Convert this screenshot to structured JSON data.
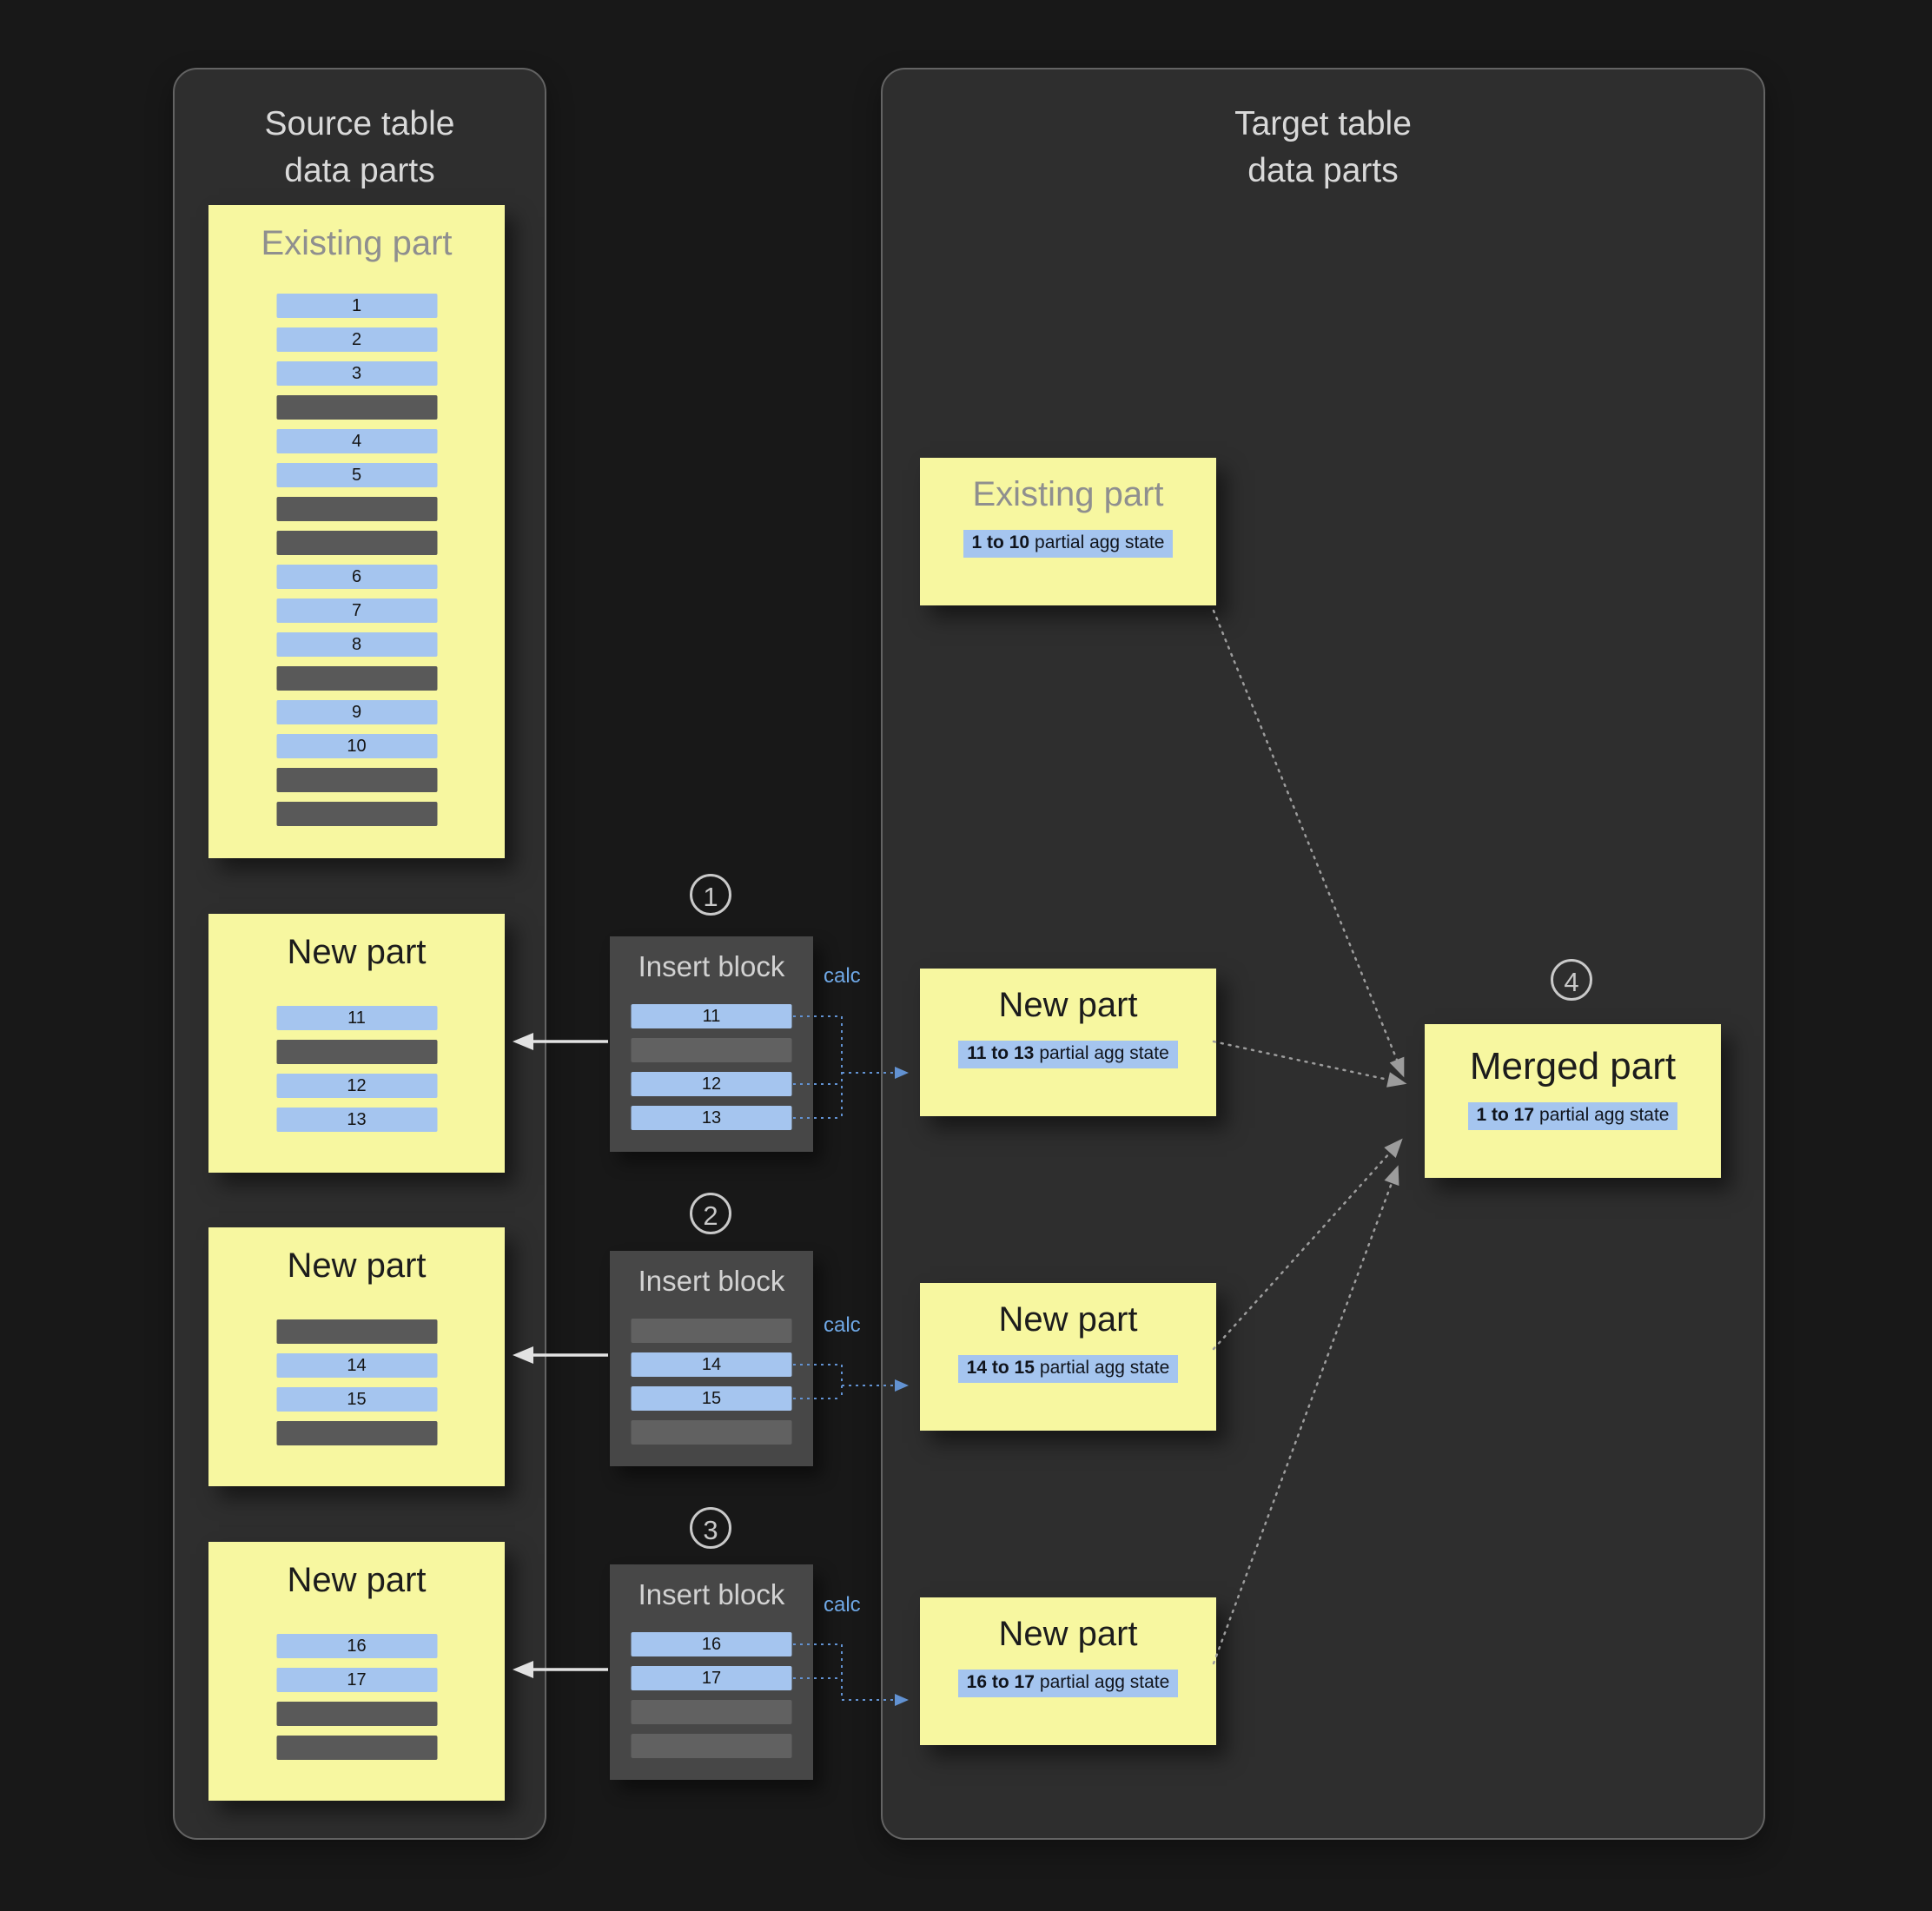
{
  "source_panel": {
    "title_line1": "Source table",
    "title_line2": "data parts",
    "existing_part": {
      "title": "Existing part",
      "rows": [
        "1",
        "2",
        "3",
        "",
        "4",
        "5",
        "",
        "",
        "6",
        "7",
        "8",
        "",
        "9",
        "10",
        "",
        ""
      ]
    },
    "new_parts": [
      {
        "title": "New part",
        "rows": [
          "11",
          "",
          "12",
          "13"
        ]
      },
      {
        "title": "New part",
        "rows": [
          "",
          "14",
          "15",
          ""
        ]
      },
      {
        "title": "New part",
        "rows": [
          "16",
          "17",
          "",
          ""
        ]
      }
    ]
  },
  "insert_blocks": [
    {
      "step": "1",
      "title": "Insert block",
      "calc": "calc",
      "rows": [
        "11",
        "",
        "12",
        "13"
      ]
    },
    {
      "step": "2",
      "title": "Insert block",
      "calc": "calc",
      "rows": [
        "",
        "14",
        "15",
        ""
      ]
    },
    {
      "step": "3",
      "title": "Insert block",
      "calc": "calc",
      "rows": [
        "16",
        "17",
        "",
        ""
      ]
    }
  ],
  "target_panel": {
    "title_line1": "Target table",
    "title_line2": "data parts",
    "parts": [
      {
        "title": "Existing part",
        "range": "1 to 10",
        "chip_text": "partial agg state"
      },
      {
        "title": "New part",
        "range": "11 to 13",
        "chip_text": "partial agg state"
      },
      {
        "title": "New part",
        "range": "14 to 15",
        "chip_text": "partial agg state"
      },
      {
        "title": "New part",
        "range": "16 to 17",
        "chip_text": "partial agg state"
      }
    ],
    "merged_part": {
      "step": "4",
      "title": "Merged part",
      "range": "1 to 17",
      "chip_text": "partial agg state"
    }
  },
  "colors": {
    "page_bg": "#181818",
    "panel_bg": "#2e2e2e",
    "card_yellow": "#f7f7a0",
    "row_blue": "#a5c5ef",
    "row_gray": "#595959",
    "calc_blue": "#6fa8e6",
    "arrow_white": "#e2e2e2",
    "arrow_gray": "#9c9c9c",
    "arrow_blue": "#6292d2",
    "muted_title": "#8f8f8f"
  }
}
